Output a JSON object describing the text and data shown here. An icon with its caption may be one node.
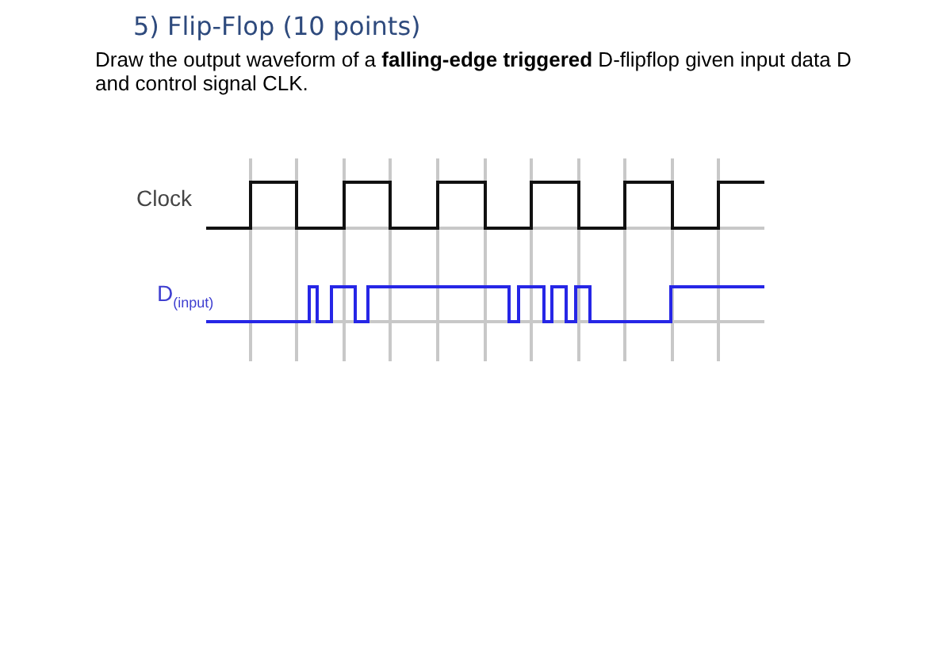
{
  "diagram": {
    "title": "5) Flip-Flop (10 points)",
    "labels": [
      "Draw the output waveform of a **falling-edge triggered** D-flipflop given input data D and control signal CLK.",
      "Clock",
      "D$_{(input)}$"
    ]
  }
}
